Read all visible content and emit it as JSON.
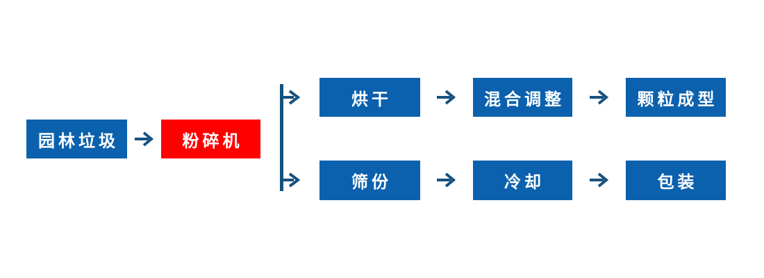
{
  "diagram": {
    "type": "flowchart",
    "background": "#ffffff",
    "colors": {
      "process_box_blue": "#0b61ad",
      "highlight_box_red": "#fe0000",
      "connector_navy": "#17527f",
      "label_text": "#ffffff"
    },
    "nodes": {
      "source": {
        "label": "园林垃圾"
      },
      "crusher": {
        "label": "粉碎机"
      },
      "drying": {
        "label": "烘干"
      },
      "mixing": {
        "label": "混合调整"
      },
      "pellet": {
        "label": "颗粒成型"
      },
      "sieving": {
        "label": "筛份"
      },
      "cooling": {
        "label": "冷却"
      },
      "packing": {
        "label": "包装"
      }
    },
    "flow": {
      "main": [
        "source",
        "crusher"
      ],
      "branch_top": [
        "drying",
        "mixing",
        "pellet"
      ],
      "branch_bottom": [
        "sieving",
        "cooling",
        "packing"
      ],
      "branch_point_after": "crusher"
    }
  }
}
